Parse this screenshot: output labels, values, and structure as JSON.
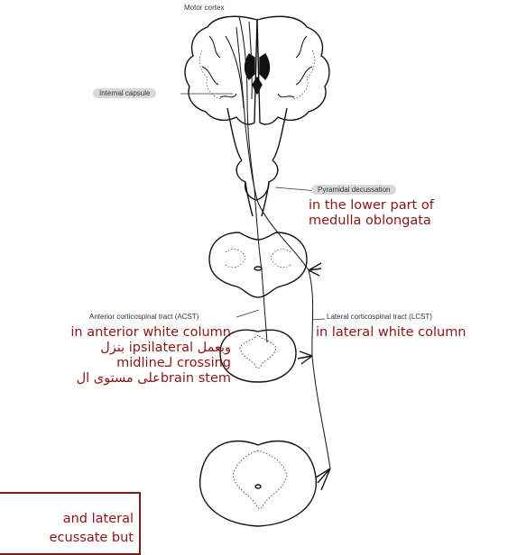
{
  "labels": {
    "motor_cortex": "Motor cortex",
    "internal_capsule": "Internal capsule",
    "pyramidal_decussation": "Pyramidal decussation",
    "acst": "Anterior corticospinal tract (ACST)",
    "lcst": "Lateral corticospinal tract (LCST)"
  },
  "notes": {
    "decussation_line1": "in the lower part of",
    "decussation_line2": "medulla oblongata",
    "acst_line1": "in anterior white column",
    "acst_line2": "بنزل ipsilateral وبعمل",
    "acst_line3": "midlineلـ crossing",
    "acst_line4": "على مستوى الbrain stem",
    "lcst_line1": "in lateral white column",
    "box_line1": "and lateral",
    "box_line2": "ecussate but"
  },
  "colors": {
    "annotation": "#8b1414",
    "line_art": "#111111",
    "label_pill": "#d9d9d9"
  }
}
